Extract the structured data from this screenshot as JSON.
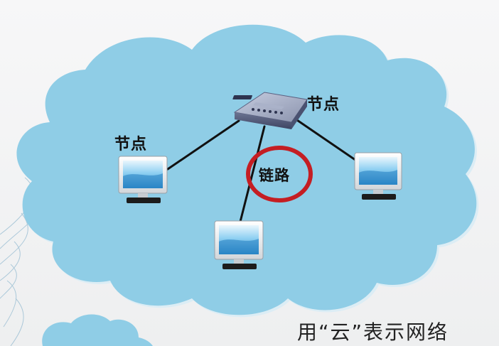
{
  "diagram": {
    "node_label_router": "节点",
    "node_label_left": "节点",
    "link_label": "链路",
    "caption": "用“云”表示网络"
  },
  "colors": {
    "cloud": "#8fcde6",
    "cloud_edge": "#dfeef5",
    "highlight_ring": "#c41e23",
    "link_line": "#111111"
  }
}
